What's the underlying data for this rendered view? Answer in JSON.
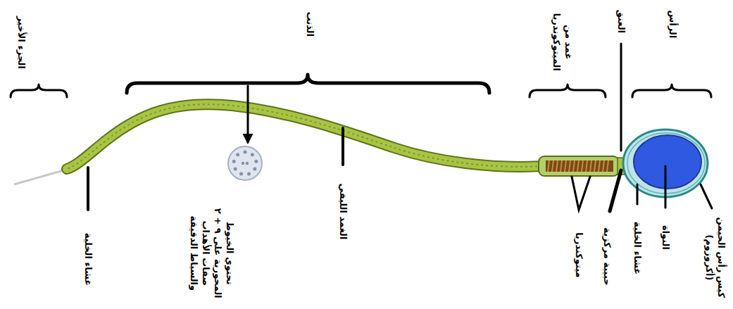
{
  "diagram": {
    "labels": [
      "الجزء الأخير",
      "الذنب",
      "غمد من الميتوكوندريا",
      "العنق",
      "الرأس",
      "غشاء الخلية",
      "تحتوي الخيوط المحورية على ٩ + ٢ صفات الأهداب والسياط الدقيقة",
      "الغمد الليفي",
      "ميتوكندريا",
      "حبيبة مركزية",
      "غشاء الخلية",
      "النواة",
      "كيس رأس الحيمن (أكروزوم)"
    ]
  }
}
